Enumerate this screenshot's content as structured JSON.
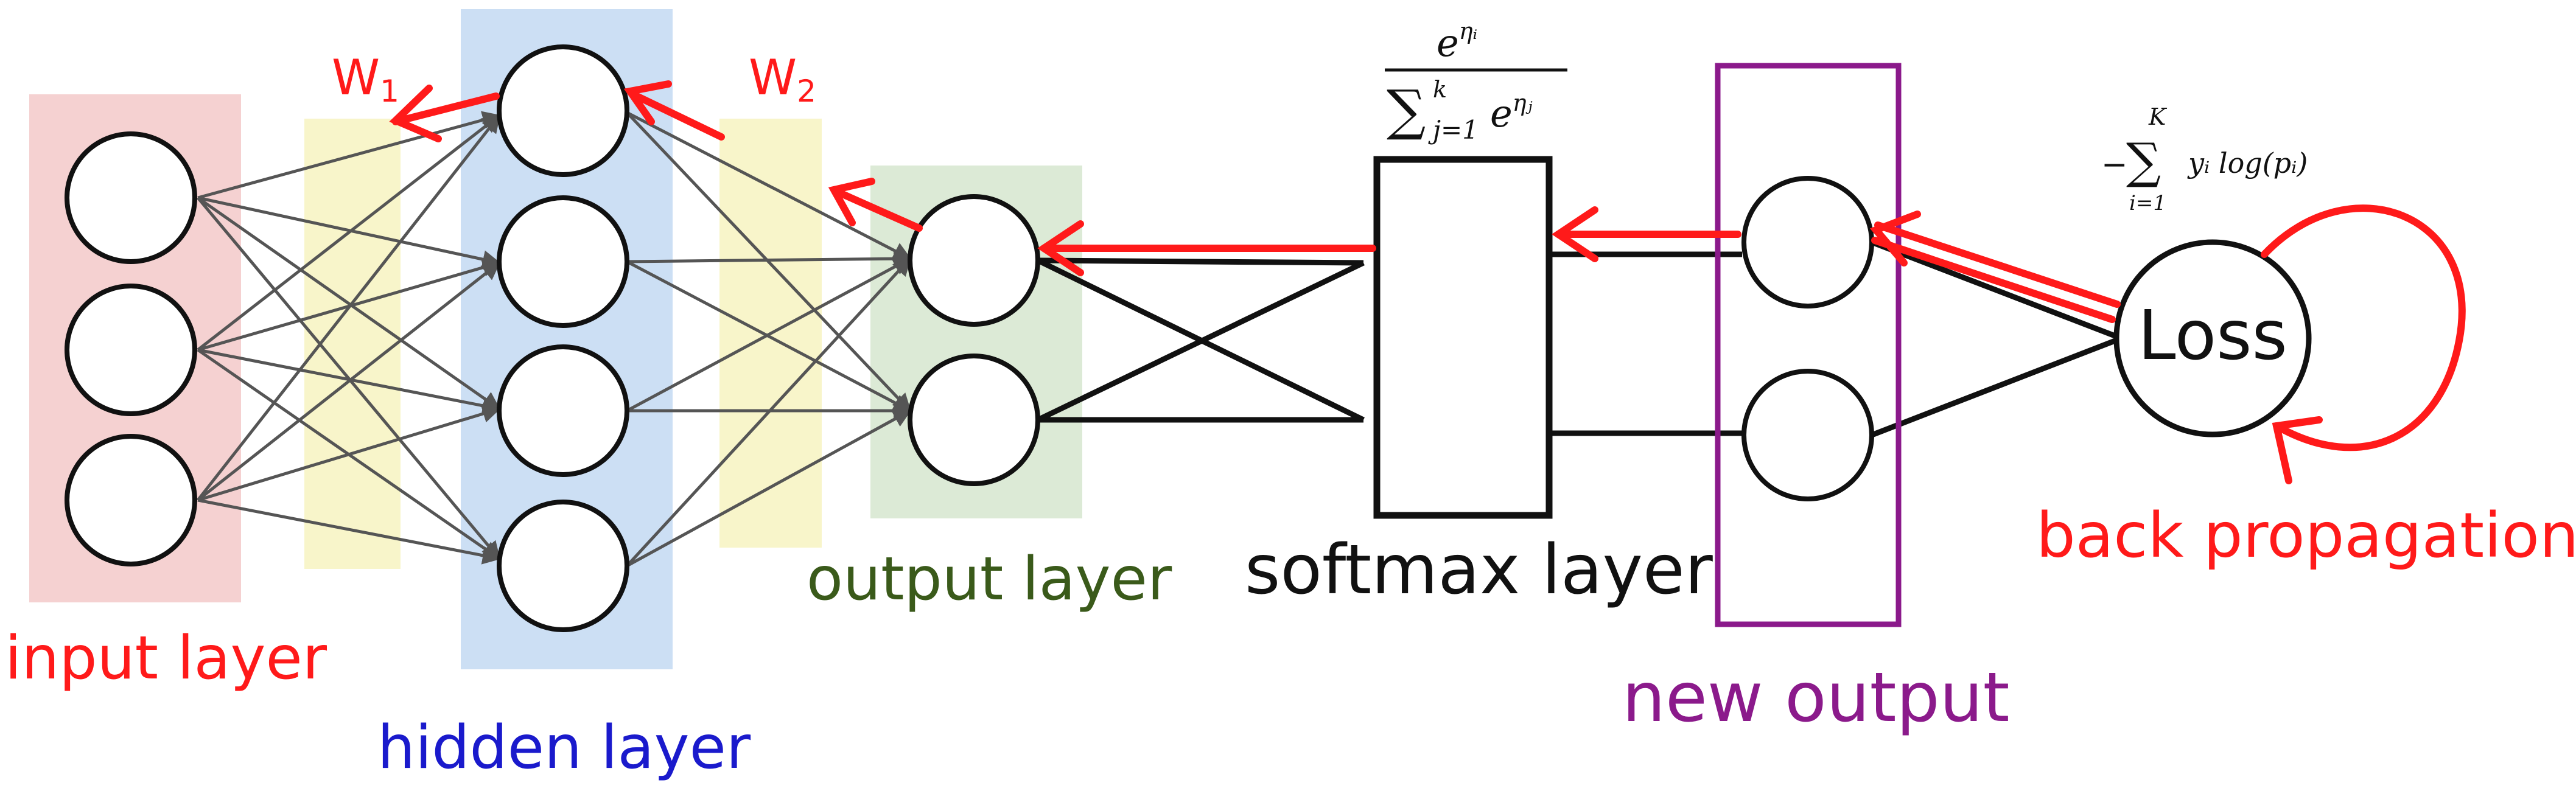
{
  "labels": {
    "input_layer": "input layer",
    "hidden_layer": "hidden layer",
    "output_layer": "output layer",
    "softmax_layer": "softmax layer",
    "new_output": "new output",
    "loss": "Loss",
    "back_propagation": "back propagation",
    "w1_base": "W",
    "w1_sub": "1",
    "w2_base": "W",
    "w2_sub": "2"
  },
  "softmax_formula": {
    "numerator": "e",
    "numerator_sup": "ηᵢ",
    "sum": "∑",
    "sum_upper": "k",
    "sum_lower": "j=1",
    "denominator_e": "e",
    "denominator_sup": "ηⱼ"
  },
  "loss_formula": {
    "minus": "−",
    "sum": "∑",
    "upper": "K",
    "lower": "i=1",
    "body": "yᵢ log(pᵢ)"
  },
  "colors": {
    "input_band": "#f3c9c9",
    "weight_band": "#f7f4c4",
    "hidden_band": "#c7dcf3",
    "output_band": "#d6e6cf",
    "red": "#ff1a1a",
    "blue": "#1a1acc",
    "dark_green": "#3a5a1a",
    "purple": "#8b1a8b"
  }
}
